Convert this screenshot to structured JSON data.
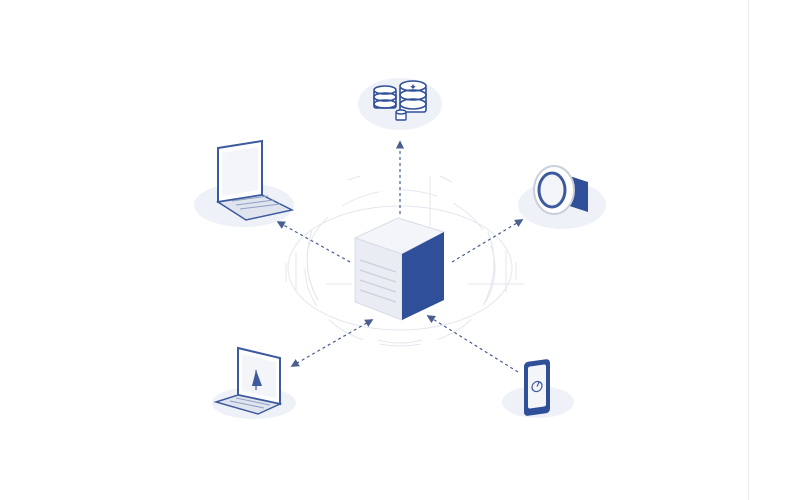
{
  "diagram": {
    "hub": {
      "icon": "server-cube-icon"
    },
    "nodes": [
      {
        "id": "coins",
        "icon": "coin-stacks-icon",
        "flow": "outgoing"
      },
      {
        "id": "laptop-top",
        "icon": "laptop-icon",
        "flow": "outgoing"
      },
      {
        "id": "ring",
        "icon": "ring-device-icon",
        "flow": "outgoing"
      },
      {
        "id": "laptop-bottom",
        "icon": "laptop-sail-icon",
        "flow": "outgoing"
      },
      {
        "id": "phone",
        "icon": "smartphone-icon",
        "flow": "incoming"
      }
    ]
  },
  "colors": {
    "accent": "#2f4f98",
    "outline": "#3d5a9e",
    "light_face": "#e9ecf3",
    "top_face": "#f3f5f9",
    "shadow": "#eef1f7",
    "connector": "#4a5f8e",
    "faint_line": "#e3e7ef"
  }
}
